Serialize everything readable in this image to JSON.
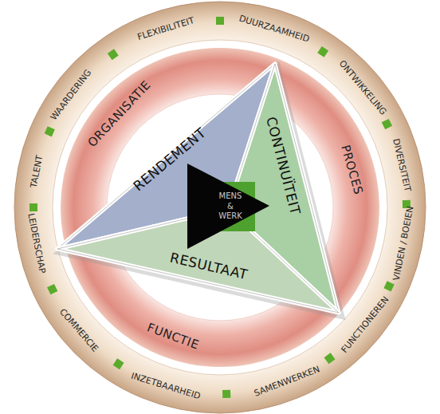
{
  "diagram": {
    "nodes": [
      {
        "text": [
          "RENDEMENT"
        ]
      },
      {
        "text": [
          "CONTINUÏTEIT"
        ]
      },
      {
        "text": [
          "RESULTAAT"
        ]
      },
      {
        "text": [
          "MENS & WERK"
        ]
      }
    ],
    "labels": [
      "FLEXIBILITEIT",
      "DUURZAAMHEID",
      "ONTWIKKELING",
      "DIVERSITEIT",
      "VINDEN / BOEIEN",
      "FUNCTIONEREN",
      "SAMENWERKEN",
      "INZETBAARHEID",
      "COMMERCIE",
      "LEIDERSCHAP",
      "TALENT",
      "WAARDERING",
      "ORGANISATIE",
      "PROCES",
      "FUNCTIE"
    ]
  }
}
